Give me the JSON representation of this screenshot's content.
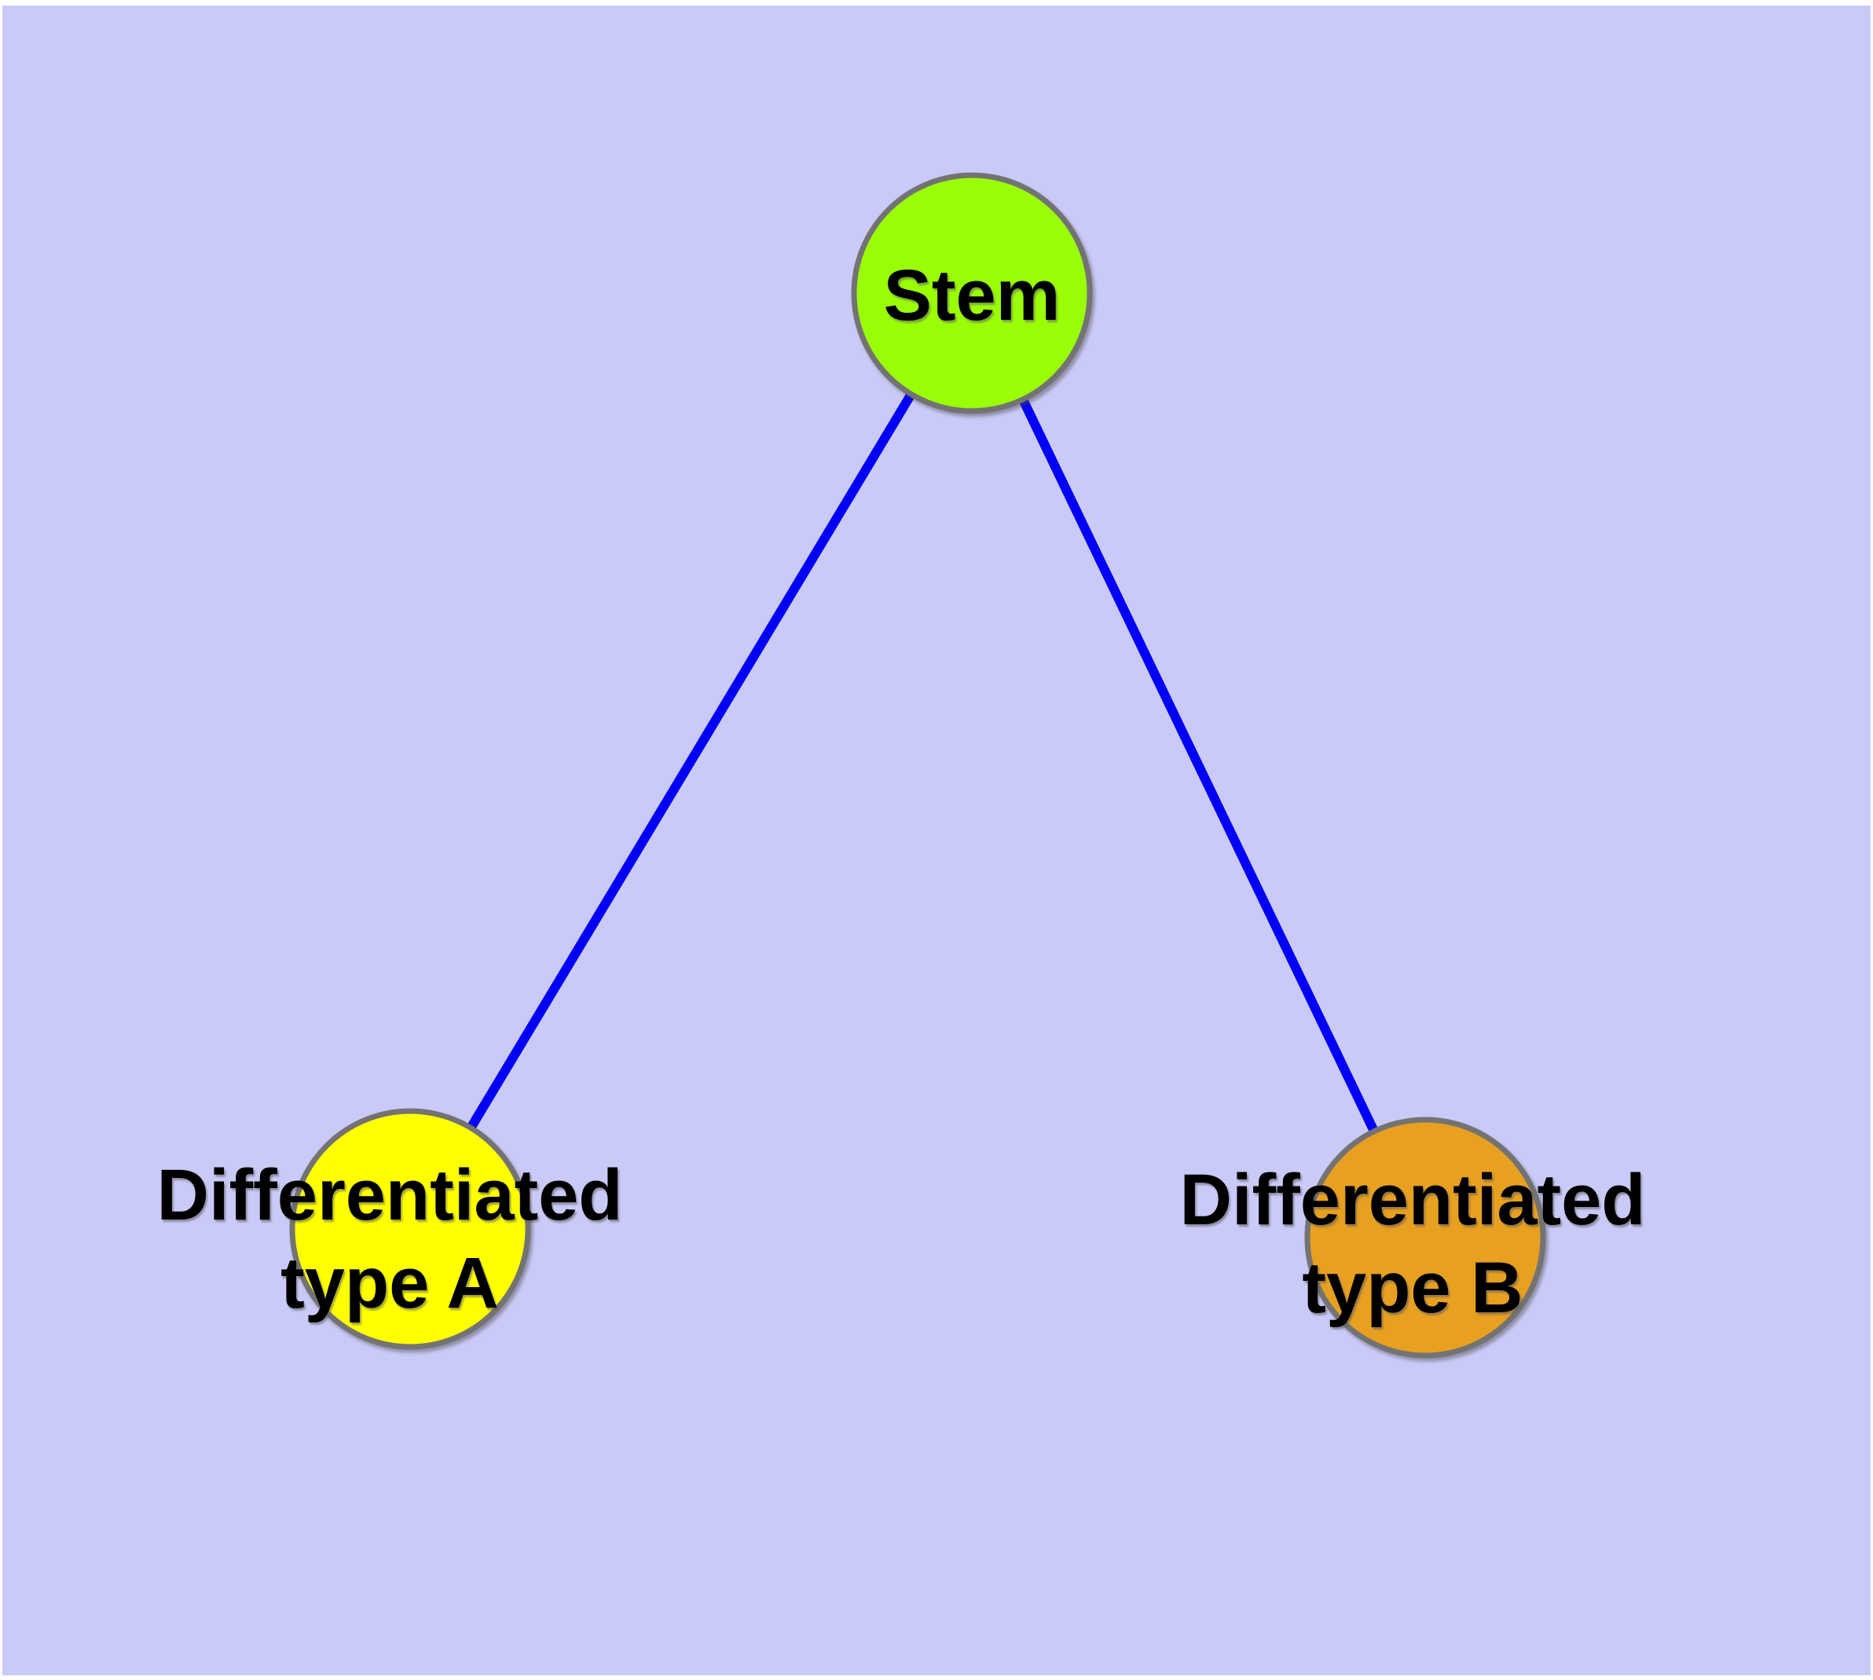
{
  "diagram": {
    "background_color": "#CACAF8",
    "margin_color": "#FFFFFF",
    "node_border_color": "#737373",
    "label_color": "#000000",
    "edge_color": "#0000F5",
    "nodes": [
      {
        "id": "stem",
        "label_lines": [
          "Stem"
        ],
        "color": "#9AFE07"
      },
      {
        "id": "differentiated-type-a",
        "label_lines": [
          "Differentiated",
          "type A"
        ],
        "color": "#FFFF00"
      },
      {
        "id": "differentiated-type-b",
        "label_lines": [
          "Differentiated",
          "type B"
        ],
        "color": "#E8A020"
      }
    ],
    "edges": [
      {
        "from": "Stem",
        "to": "Differentiated type A",
        "color": "#0000F5"
      },
      {
        "from": "Stem",
        "to": "Differentiated type B",
        "color": "#0000F5"
      }
    ]
  }
}
